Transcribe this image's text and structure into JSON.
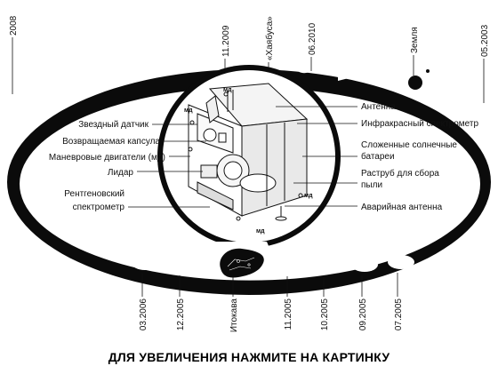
{
  "dates_top": [
    {
      "id": "2008",
      "text": "2008"
    },
    {
      "id": "11-2009",
      "text": "11.2009"
    },
    {
      "id": "hayabusa",
      "text": "«Хаябуса»"
    },
    {
      "id": "06-2010",
      "text": "06.2010"
    },
    {
      "id": "earth",
      "text": "Земля"
    },
    {
      "id": "05-2003",
      "text": "05.2003"
    }
  ],
  "dates_bottom": [
    {
      "id": "03-2006",
      "text": "03.2006"
    },
    {
      "id": "12-2005-a",
      "text": "12.2005"
    },
    {
      "id": "itokawa",
      "text": "Итокава"
    },
    {
      "id": "11-2005",
      "text": "11.2005"
    },
    {
      "id": "10-2005",
      "text": "10.2005"
    },
    {
      "id": "09-2005",
      "text": "09.2005"
    },
    {
      "id": "07-2005",
      "text": "07.2005"
    }
  ],
  "labels_left": [
    {
      "id": "star-sensor",
      "text": "Звездный датчик"
    },
    {
      "id": "return-capsule",
      "text": "Возвращаемая капсула"
    },
    {
      "id": "thrusters",
      "text": "Маневровые двигатели (мд)"
    },
    {
      "id": "lidar",
      "text": "Лидар"
    },
    {
      "id": "xray-1",
      "text": "Рентгеновский"
    },
    {
      "id": "xray-2",
      "text": "спектрометр"
    }
  ],
  "labels_right": [
    {
      "id": "antenna",
      "text": "Антенна"
    },
    {
      "id": "ir-spectrometer",
      "text": "Инфракрасный спектрометр"
    },
    {
      "id": "solar-1",
      "text": "Сложенные солнечные"
    },
    {
      "id": "solar-2",
      "text": "батареи"
    },
    {
      "id": "horn-1",
      "text": "Раструб для сбора"
    },
    {
      "id": "horn-2",
      "text": "пыли"
    },
    {
      "id": "emergency-antenna",
      "text": "Аварийная антенна"
    }
  ],
  "thruster_tag": "мд",
  "caption": "ДЛЯ УВЕЛИЧЕНИЯ НАЖМИТЕ НА КАРТИНКУ"
}
